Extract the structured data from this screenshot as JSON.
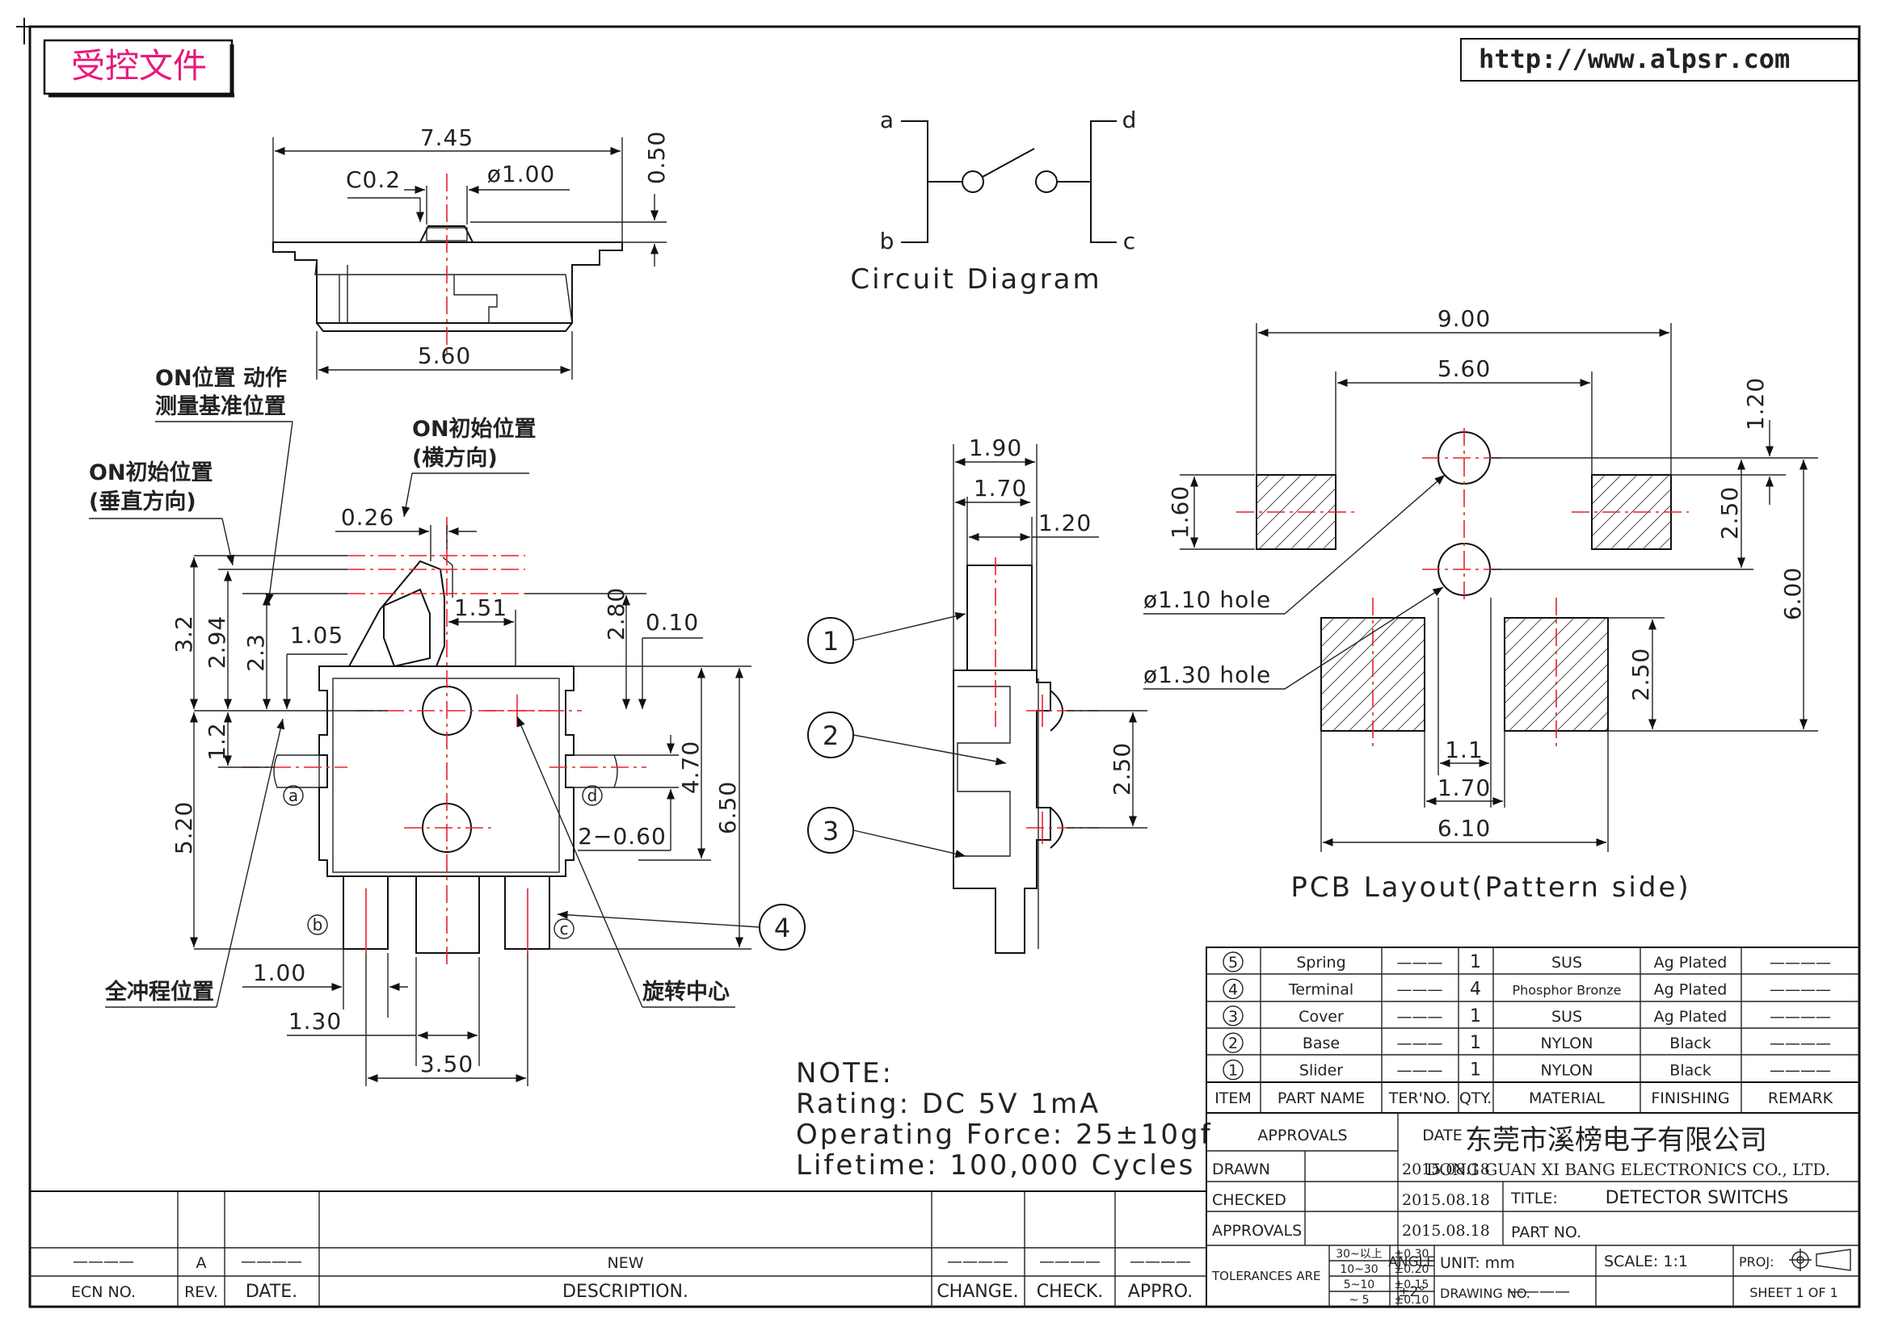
{
  "stamp": "受控文件",
  "website": "http://www.alpsr.com",
  "top_view": {
    "dim_width": "7.45",
    "dim_chamfer": "C0.2",
    "dim_dia": "ø1.00",
    "dim_height": "0.50",
    "dim_base": "5.60"
  },
  "circuit": {
    "title": "Circuit Diagram",
    "a": "a",
    "b": "b",
    "c": "c",
    "d": "d"
  },
  "front_view": {
    "dim_3_2": "3.2",
    "dim_2_94": "2.94",
    "dim_2_3": "2.3",
    "dim_1_05": "1.05",
    "dim_0_26": "0.26",
    "dim_1_51": "1.51",
    "dim_2_80": "2.80",
    "dim_0_10": "0.10",
    "dim_1_2": "1.2",
    "dim_5_20": "5.20",
    "dim_4_70": "4.70",
    "dim_6_50": "6.50",
    "dim_2_060": "2−0.60",
    "dim_1_00": "1.00",
    "dim_1_30": "1.30",
    "dim_3_50": "3.50",
    "pin_a": "a",
    "pin_b": "b",
    "pin_c": "c",
    "pin_d": "d",
    "note_on_measure_1": "ON位置 动作",
    "note_on_measure_2": "测量基准位置",
    "note_on_init_h_1": "ON初始位置",
    "note_on_init_h_2": "(横方向)",
    "note_on_init_v_1": "ON初始位置",
    "note_on_init_v_2": "(垂直方向)",
    "note_full_travel": "全冲程位置",
    "note_rotation": "旋转中心",
    "balloon_4": "4"
  },
  "side_view": {
    "dim_1_90": "1.90",
    "dim_1_70": "1.70",
    "dim_1_20": "1.20",
    "dim_2_50": "2.50",
    "balloon_1": "1",
    "balloon_2": "2",
    "balloon_3": "3"
  },
  "pcb": {
    "title": "PCB Layout(Pattern side)",
    "dim_9_00": "9.00",
    "dim_5_60": "5.60",
    "dim_1_20": "1.20",
    "dim_1_60": "1.60",
    "dim_2_50_a": "2.50",
    "dim_6_00": "6.00",
    "dim_2_50_b": "2.50",
    "dim_1_1": "1.1",
    "dim_1_70": "1.70",
    "dim_6_10": "6.10",
    "hole_small": "ø1.10 hole",
    "hole_large": "ø1.30 hole"
  },
  "note": {
    "heading": "NOTE:",
    "rating": "Rating: DC 5V    1mA",
    "force": "Operating Force: 25±10gf",
    "lifetime": "Lifetime: 100,000 Cycles"
  },
  "bom": {
    "rows": [
      {
        "item": "5",
        "name": "Spring",
        "ter": "———",
        "qty": "1",
        "material": "SUS",
        "finishing": "Ag Plated",
        "remark": "————"
      },
      {
        "item": "4",
        "name": "Terminal",
        "ter": "———",
        "qty": "4",
        "material": "Phosphor Bronze",
        "finishing": "Ag Plated",
        "remark": "————"
      },
      {
        "item": "3",
        "name": "Cover",
        "ter": "———",
        "qty": "1",
        "material": "SUS",
        "finishing": "Ag Plated",
        "remark": "————"
      },
      {
        "item": "2",
        "name": "Base",
        "ter": "———",
        "qty": "1",
        "material": "NYLON",
        "finishing": "Black",
        "remark": "————"
      },
      {
        "item": "1",
        "name": "Slider",
        "ter": "———",
        "qty": "1",
        "material": "NYLON",
        "finishing": "Black",
        "remark": "————"
      }
    ],
    "headers": {
      "item": "ITEM",
      "name": "PART NAME",
      "ter": "TER'NO.",
      "qty": "QTY.",
      "material": "MATERIAL",
      "finishing": "FINISHING",
      "remark": "REMARK"
    }
  },
  "title_block": {
    "approvals_header": "APPROVALS",
    "date_header": "DATE",
    "company_cn": "东莞市溪榜电子有限公司",
    "company_en": "DONG GUAN XI BANG ELECTRONICS CO., LTD.",
    "drawn": "DRAWN",
    "drawn_date": "2015.08.18",
    "checked": "CHECKED",
    "checked_date": "2015.08.18",
    "approvals": "APPROVALS",
    "approvals_date": "2015.08.18",
    "title_label": "TITLE:",
    "title_value": "DETECTOR SWITCHS",
    "part_no": "PART NO.",
    "tolerances": "TOLERANCES ARE",
    "tol_ranges": [
      "30~以上",
      "10~30",
      "5~10",
      "~ 5"
    ],
    "tol_values": [
      "±0.30",
      "±0.20",
      "±0.15",
      "±0.10"
    ],
    "angle": "ANGLE",
    "angle_value": "±2°",
    "unit": "UNIT: mm",
    "scale": "SCALE:  1:1",
    "proj": "PROJ:",
    "drawing_no": "DRAWING NO.",
    "drawing_no_value": "————",
    "sheet": "SHEET  1 OF 1"
  },
  "revision_block": {
    "rev_value": "A",
    "dash1": "————",
    "dash2": "————",
    "desc_value": "NEW",
    "dash3": "————",
    "dash4": "————",
    "dash5": "————",
    "ecn": "ECN NO.",
    "rev": "REV.",
    "date": "DATE.",
    "description": "DESCRIPTION.",
    "change": "CHANGE.",
    "check": "CHECK.",
    "appro": "APPRO."
  }
}
